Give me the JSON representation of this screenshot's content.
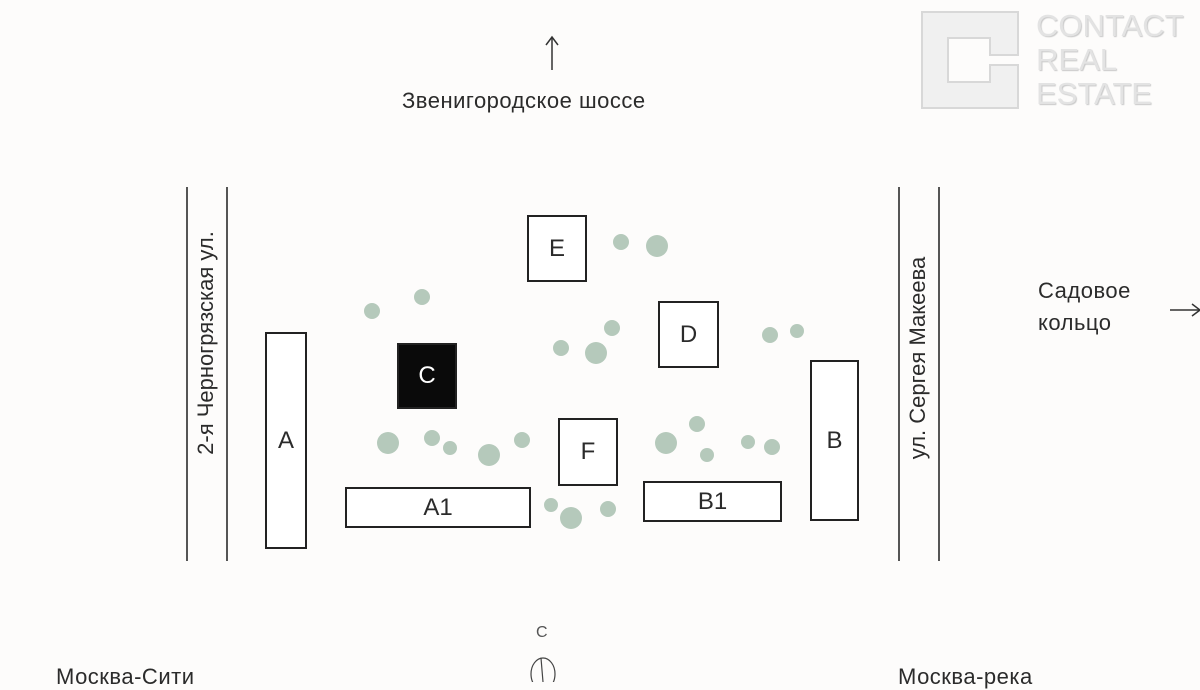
{
  "logo": {
    "line1": "CONTACT",
    "line2": "REAL",
    "line3": "ESTATE"
  },
  "roads": {
    "north": "Звенигородское шоссе",
    "east_line1": "Садовое",
    "east_line2": "кольцо",
    "west_street": "2-я Черногрязская ул.",
    "east_street": "ул. Сергея Макеева",
    "southwest": "Москва-Сити",
    "southeast": "Москва-река"
  },
  "compass": {
    "label": "С"
  },
  "buildings": {
    "A": "A",
    "A1": "A1",
    "B": "B",
    "B1": "B1",
    "C": "C",
    "D": "D",
    "E": "E",
    "F": "F"
  },
  "colors": {
    "tree": "#b5c9bb",
    "highlight": "#0a0a0a"
  }
}
